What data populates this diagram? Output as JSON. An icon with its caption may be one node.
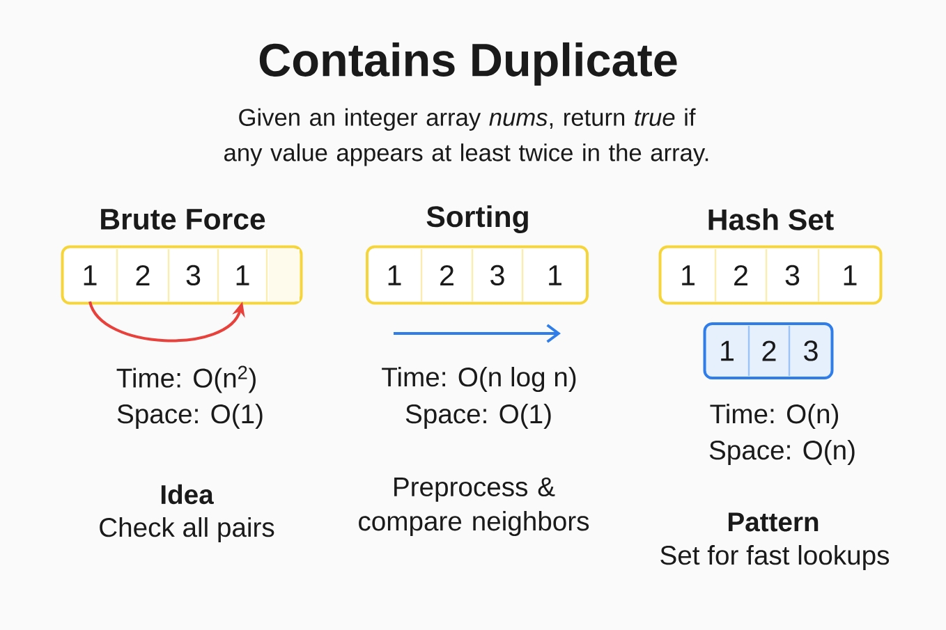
{
  "diagram": {
    "title": "Contains Duplicate",
    "caption": "Given an integer array *nums*, return *true* if any value appears at least twice in the array.",
    "nodes": [
      {
        "text": [],
        "shape": "box"
      },
      {
        "text": [
          "1"
        ],
        "in": 0
      },
      {
        "text": [
          "2"
        ],
        "in": 0
      },
      {
        "text": [
          "3"
        ],
        "in": 0
      },
      {
        "text": [
          "1"
        ],
        "in": 0
      },
      {
        "text": [],
        "shape": "box",
        "in": 0
      },
      {
        "text": [],
        "shape": "box"
      },
      {
        "text": [
          "1"
        ],
        "in": 6
      },
      {
        "text": [
          "2"
        ],
        "in": 6
      },
      {
        "text": [
          "3"
        ],
        "in": 6
      },
      {
        "text": [
          "1"
        ],
        "in": 6
      },
      {
        "text": [],
        "shape": "box"
      },
      {
        "text": [
          "1"
        ],
        "in": 11
      },
      {
        "text": [
          "2"
        ],
        "in": 11
      },
      {
        "text": [
          "3"
        ],
        "in": 11
      },
      {
        "text": [
          "1"
        ],
        "in": 11
      },
      {
        "text": [],
        "shape": "box"
      },
      {
        "text": [
          "1"
        ],
        "in": 16
      },
      {
        "text": [
          "2"
        ],
        "in": 16
      },
      {
        "text": [
          "3"
        ],
        "in": 16
      }
    ],
    "edges": [
      {
        "from": 1,
        "to": 4,
        "arrow": "to",
        "color": "#e8403a"
      }
    ],
    "labels": [
      "Brute Force",
      "Sorting",
      "Hash Set",
      "Time: O(n$^{2}$)",
      "Space: O(1)",
      "Time: O(n log n)",
      "Space: O(1)",
      "Time: O(n)",
      "Space: O(n)",
      "Idea",
      "Check all pairs",
      "Preprocess & compare neighbors",
      "Pattern",
      "Set for fast lookups"
    ]
  }
}
